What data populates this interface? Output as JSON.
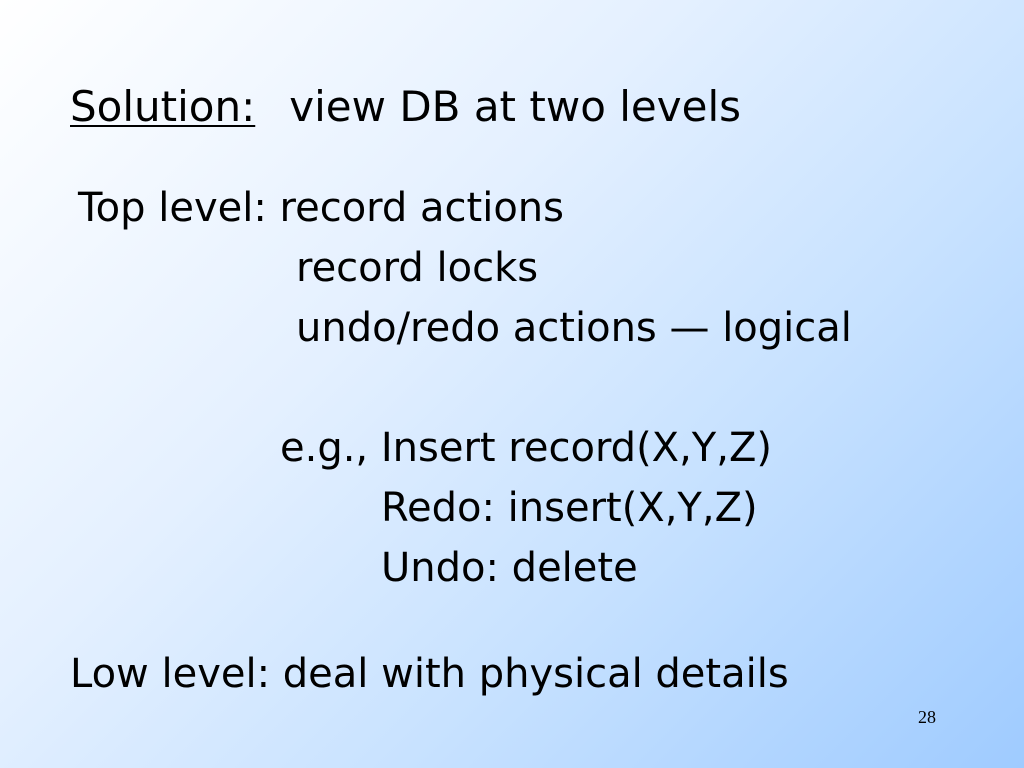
{
  "slide": {
    "title_label": "Solution:",
    "title_text": "view DB at two levels",
    "top_level_line": "Top level: record actions",
    "top_item_2": "record locks",
    "top_item_3": "undo/redo actions — logical",
    "example_line": "e.g., Insert record(X,Y,Z)",
    "redo_line": "Redo: insert(X,Y,Z)",
    "undo_line": "Undo: delete",
    "low_level_line": "Low level: deal with physical details",
    "page_number": "28"
  }
}
